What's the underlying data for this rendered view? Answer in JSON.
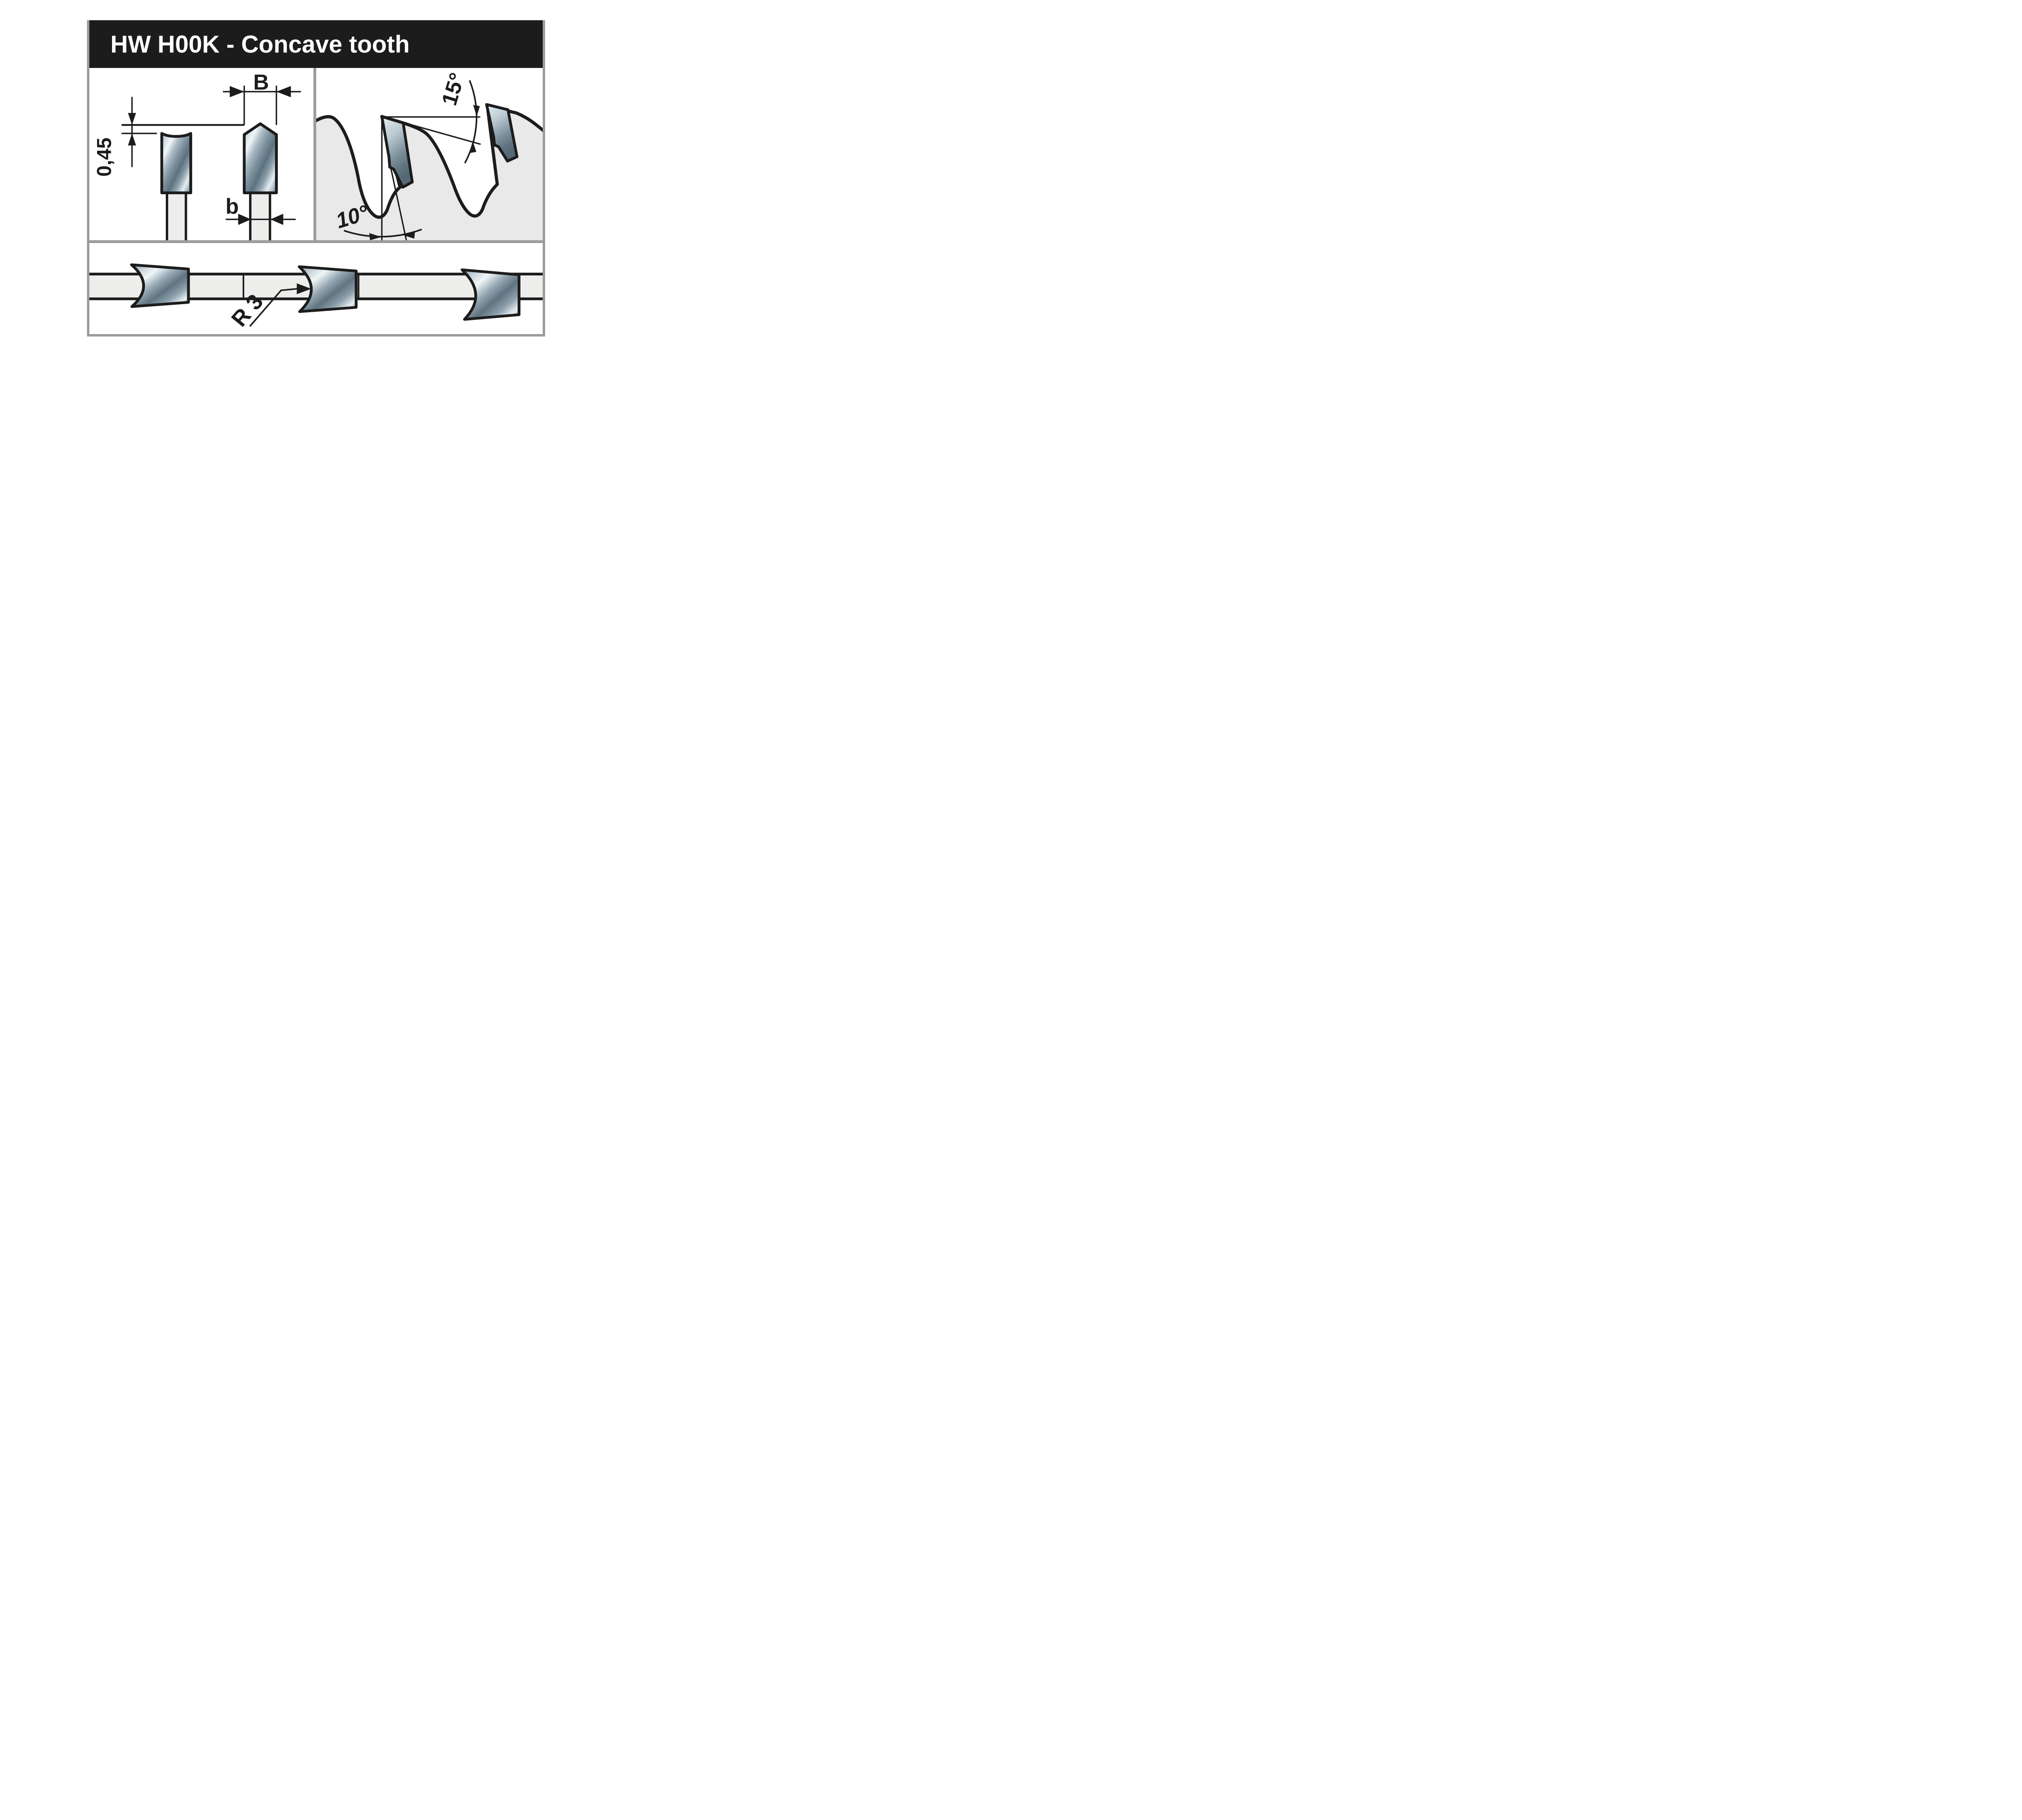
{
  "title": "HW H00K - Concave tooth",
  "front_view": {
    "tip_width_label": "B",
    "concavity_depth_label": "0,45",
    "plate_thickness_label": "b"
  },
  "side_view": {
    "clearance_angle_label": "15°",
    "hook_angle_label": "10°"
  },
  "top_view": {
    "face_radius_label": "R 3"
  },
  "colors": {
    "ink": "#1c1c1c",
    "frame_grey": "#9c9c9c",
    "body_grey": "#e9e9e9",
    "plate_grey": "#ededeb",
    "header_bg": "#1c1c1c",
    "header_text": "#ffffff",
    "carbide_light": "#eef4f7",
    "carbide_mid": "#8ca0ab",
    "carbide_dark": "#5d7280"
  }
}
